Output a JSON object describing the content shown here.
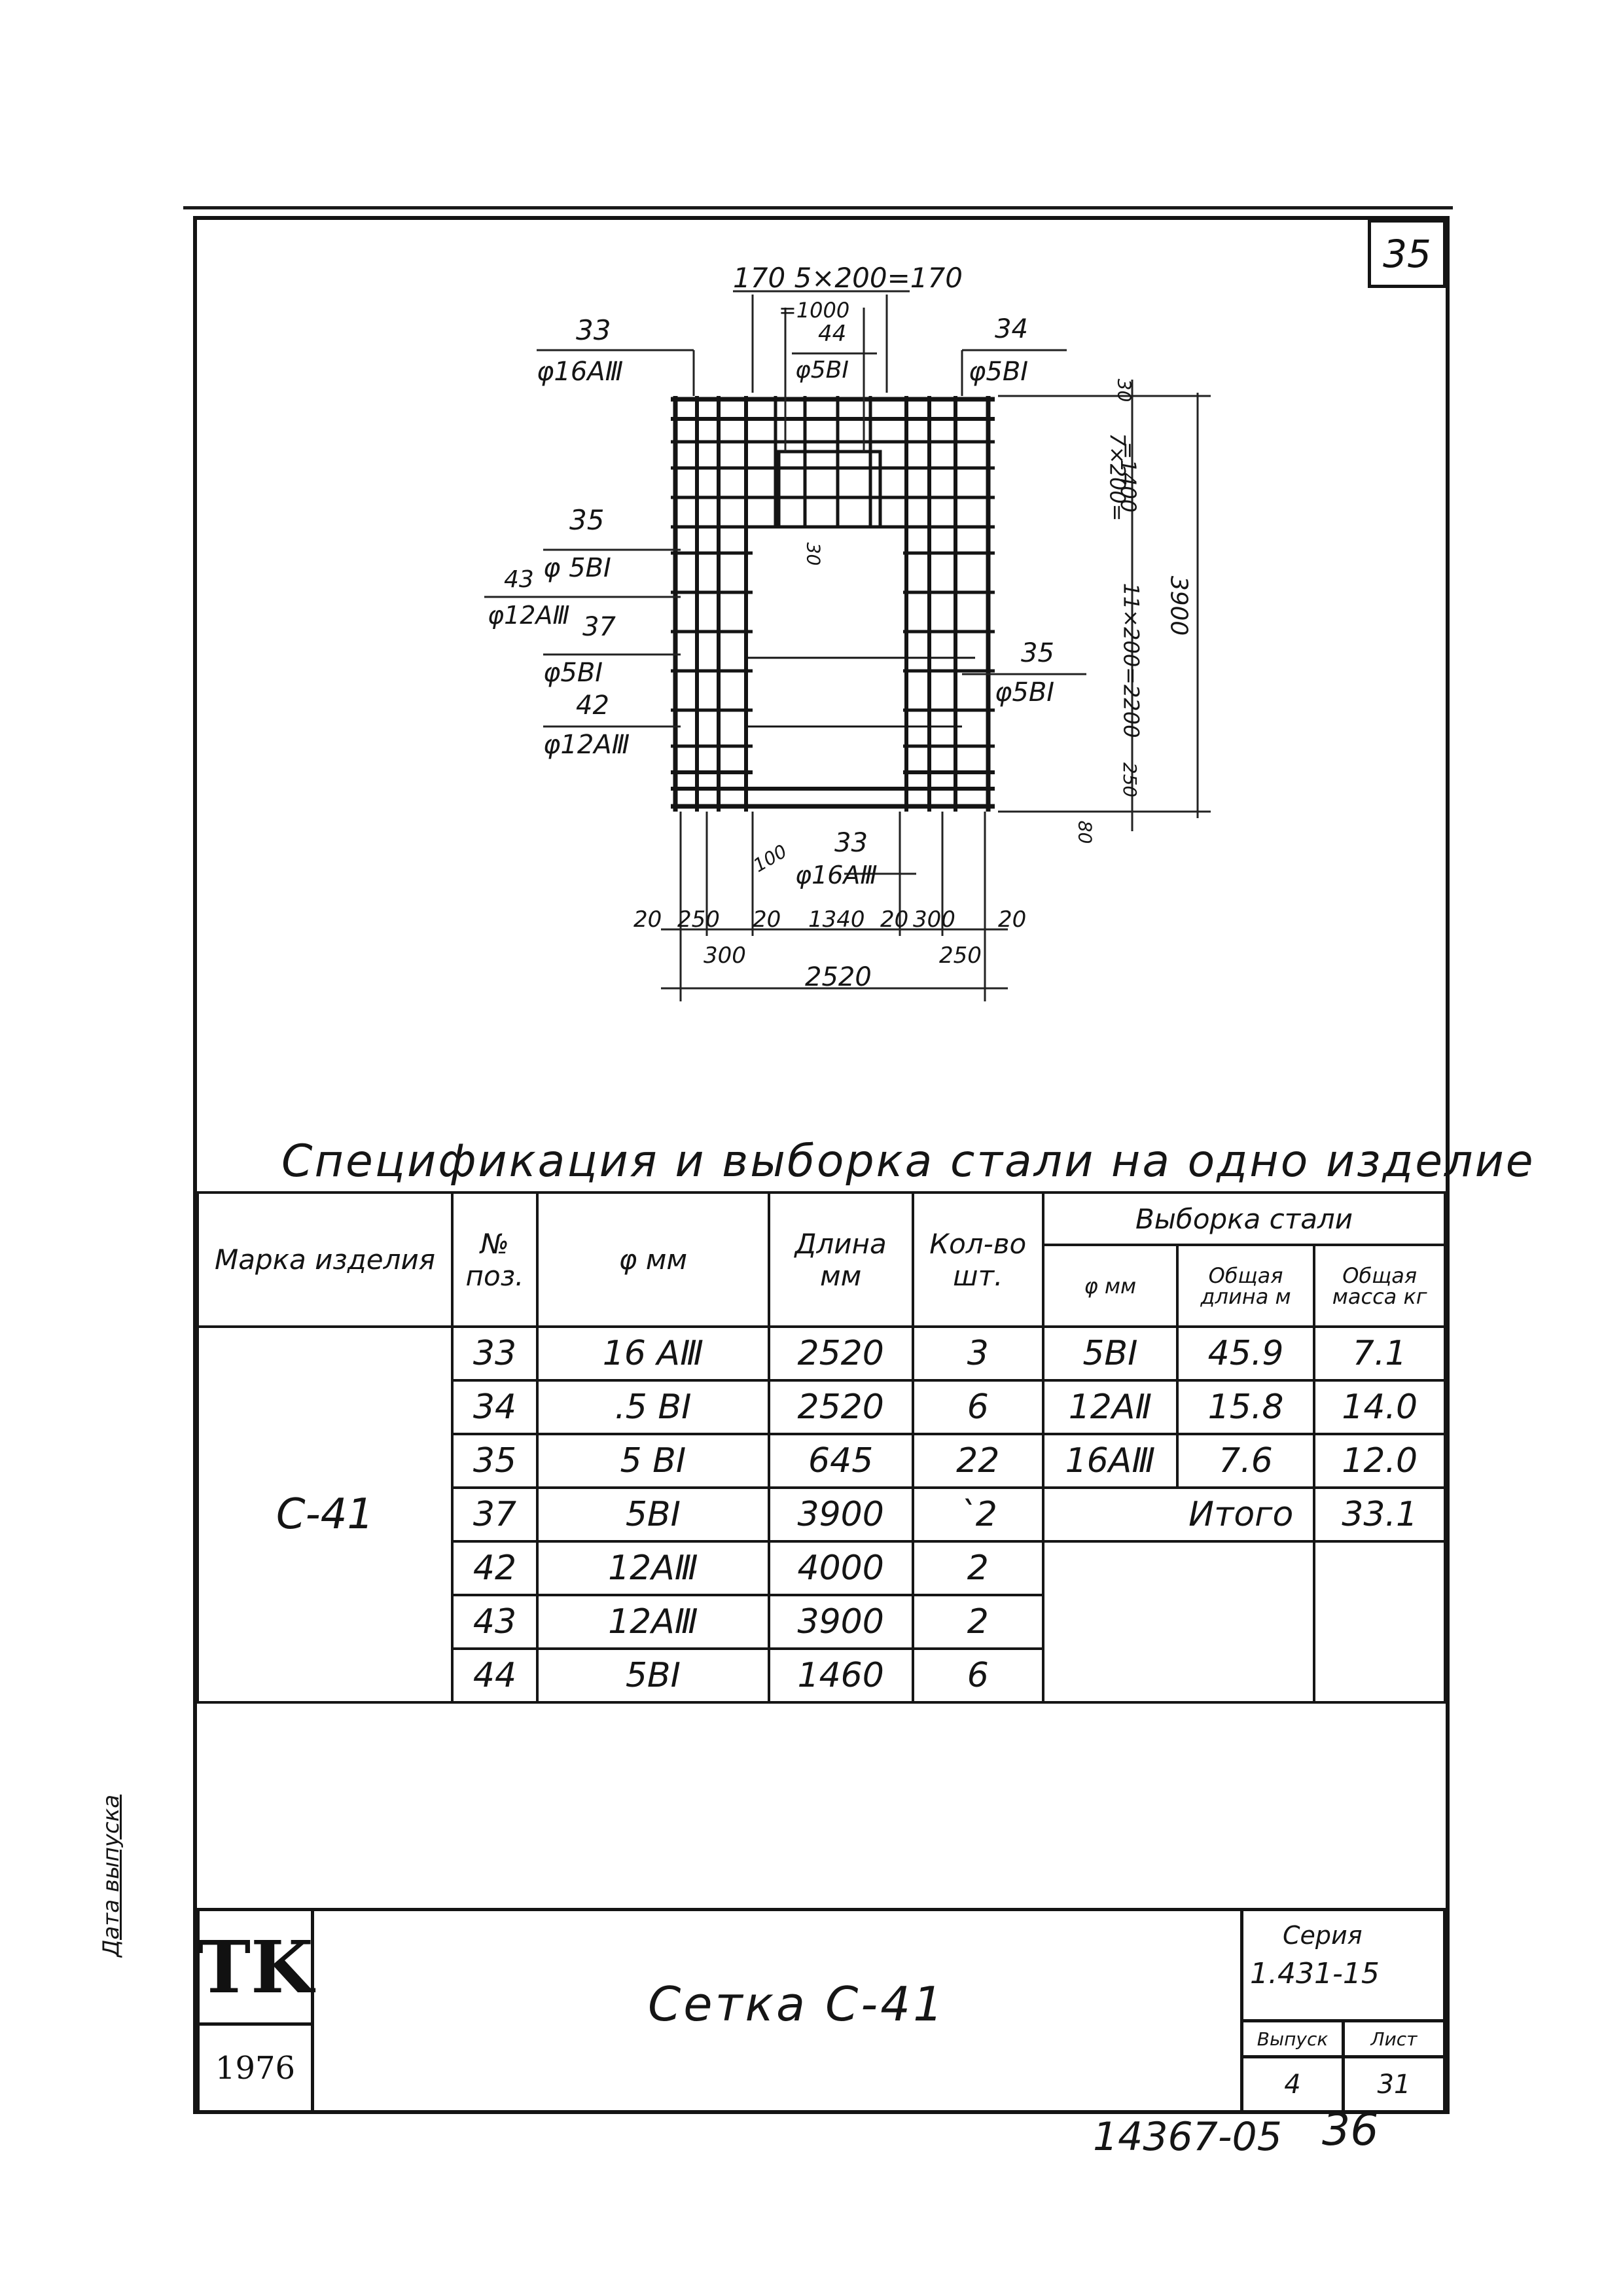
{
  "sheet_number": "35",
  "drawing": {
    "top_dims": {
      "overall": "170 5×200=170",
      "sub": "=1000",
      "bar44": "44",
      "bar44_dia": "φ5BI"
    },
    "labels": {
      "l33_pos": "33",
      "l33_dia": "φ16AⅢ",
      "l34_pos": "34",
      "l34_dia": "φ5BI",
      "l35a_pos": "35",
      "l35a_dia": "φ 5BI",
      "l43_pos": "43",
      "l43_dia": "φ12AⅢ",
      "l37_pos": "37",
      "l37_dia": "φ5BI",
      "l42_pos": "42",
      "l42_dia": "φ12AⅢ",
      "l35b_pos": "35",
      "l35b_dia": "φ5BI",
      "l33b_pos": "33",
      "l33b_dia": "φ16AⅢ",
      "l100": "100",
      "l30": "30"
    },
    "right_dims": {
      "d30": "30",
      "d7x200": "7×200=",
      "d1400": "=1400",
      "d11x": "11×200=2200",
      "d250": "250",
      "d80": "80",
      "d3900": "3900"
    },
    "bottom_dims": {
      "d20a": "20",
      "d250a": "250",
      "d20b": "20",
      "d1340": "1340",
      "d20c": "20",
      "d300a": "300",
      "d20d": "20",
      "d300b": "300",
      "d250b": "250",
      "d2520": "2520"
    }
  },
  "spec_title": "Спецификация и выборка стали на одно изделие",
  "table": {
    "headers": {
      "mark": "Марка изделия",
      "pos": "№ поз.",
      "dia": "φ мм",
      "length": "Длина мм",
      "qty": "Кол-во шт.",
      "selection": "Выборка стали",
      "sel_dia": "φ мм",
      "sel_len": "Общая длина м",
      "sel_mass": "Общая масса кг"
    },
    "mark_value": "С-41",
    "rows": [
      {
        "pos": "33",
        "dia": "16 AⅢ",
        "length": "2520",
        "qty": "3"
      },
      {
        "pos": "34",
        "dia": ".5 BI",
        "length": "2520",
        "qty": "6"
      },
      {
        "pos": "35",
        "dia": "5 BI",
        "length": "645",
        "qty": "22"
      },
      {
        "pos": "37",
        "dia": "5BI",
        "length": "3900",
        "qty": "`2"
      },
      {
        "pos": "42",
        "dia": "12AⅢ",
        "length": "4000",
        "qty": "2"
      },
      {
        "pos": "43",
        "dia": "12AⅢ",
        "length": "3900",
        "qty": "2"
      },
      {
        "pos": "44",
        "dia": "5BI",
        "length": "1460",
        "qty": "6"
      }
    ],
    "selection_rows": [
      {
        "dia": "5BI",
        "len": "45.9",
        "mass": "7.1"
      },
      {
        "dia": "12AⅡ",
        "len": "15.8",
        "mass": "14.0"
      },
      {
        "dia": "16AⅢ",
        "len": "7.6",
        "mass": "12.0"
      }
    ],
    "total_label": "Итого",
    "total_value": "33.1"
  },
  "title_block": {
    "logo": "TK",
    "year": "1976",
    "title": "Сетка С-41",
    "series_label": "Серия",
    "series_value": "1.431-15",
    "issue_label": "Выпуск",
    "sheet_label": "Лист",
    "issue_value": "4",
    "sheet_value": "31"
  },
  "side_stamp": "Дата выпуска",
  "bottom_code": "14367-05",
  "bottom_page": "36"
}
